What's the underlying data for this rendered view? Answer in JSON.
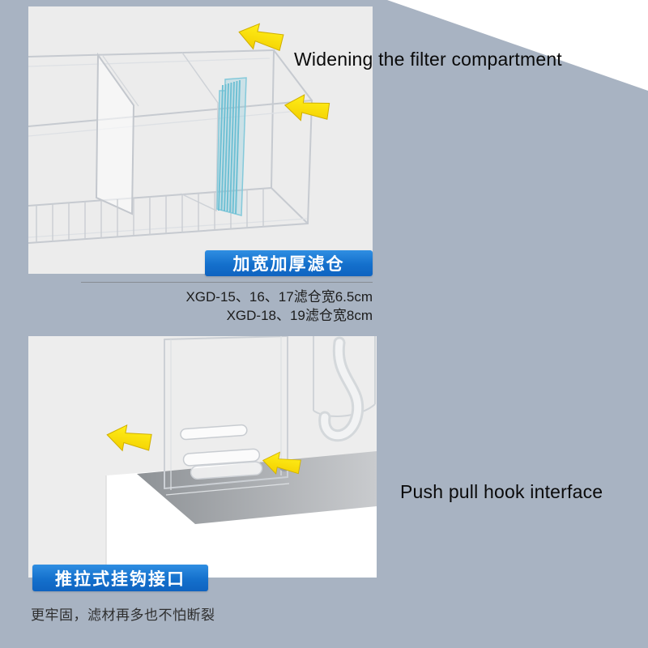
{
  "colors": {
    "page_background": "#a8b3c2",
    "photo_background": "#ececec",
    "badge_blue": "#1470cc",
    "arrow_yellow": "#ffe619",
    "corner_white": "#ffffff",
    "filter_plate_blue": "#6fc0d4"
  },
  "top_section": {
    "caption": "Widening the filter compartment",
    "badge_label": "加宽加厚滤仓",
    "spec_lines": [
      "XGD-15、16、17滤仓宽6.5cm",
      "XGD-18、19滤仓宽8cm"
    ]
  },
  "bottom_section": {
    "caption": "Push pull hook interface",
    "badge_label": "推拉式挂钩接口",
    "note": "更牢固，滤材再多也不怕断裂"
  },
  "icons": {
    "arrow": "yellow-arrow-icon"
  }
}
